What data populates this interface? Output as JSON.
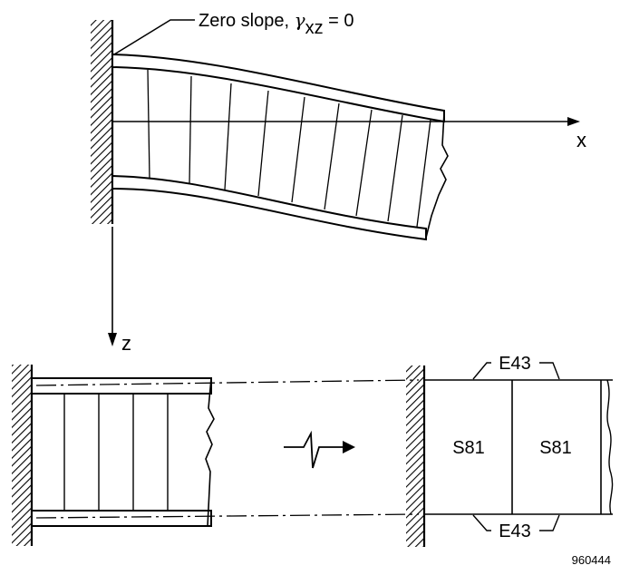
{
  "annotation": {
    "zero_slope_text": "Zero slope, ",
    "gamma_symbol": "γ",
    "gamma_subscript": "xz",
    "gamma_value": " = 0"
  },
  "axes": {
    "x_label": "x",
    "z_label": "z"
  },
  "segments": {
    "left_flange_top_label": "E43",
    "left_flange_bottom_label": "E43",
    "core_left_label": "S81",
    "core_right_label": "S81"
  },
  "figure_id": "960444",
  "colors": {
    "ink": "#000000",
    "paper": "#ffffff"
  }
}
